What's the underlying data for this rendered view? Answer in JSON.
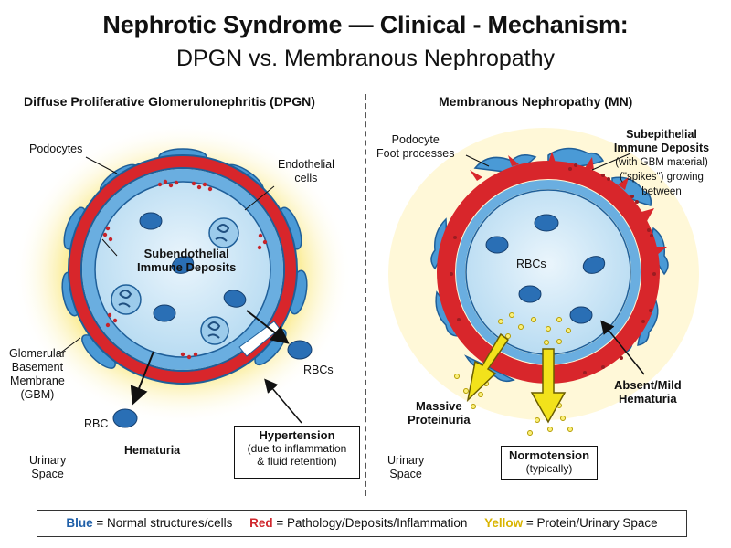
{
  "title": {
    "line1": "Nephrotic Syndrome — Clinical - Mechanism:",
    "line2": "DPGN vs. Membranous Nephropathy"
  },
  "left_panel": {
    "heading": "Diffuse Proliferative Glomerulonephritis (DPGN)",
    "podocytes": "Podocytes",
    "endothelial_1": "Endothelial",
    "endothelial_2": "cells",
    "deposits_1": "Subendothelial",
    "deposits_2": "Immune Deposits",
    "gbm_1": "Glomerular",
    "gbm_2": "Basement",
    "gbm_3": "Membrane",
    "gbm_4": "(GBM)",
    "rbcs": "RBCs",
    "rbc": "RBC",
    "hematuria": "Hematuria",
    "urinary_1": "Urinary",
    "urinary_2": "Space",
    "box_title": "Hypertension",
    "box_line1": "(due to inflammation",
    "box_line2": "& fluid retention)"
  },
  "right_panel": {
    "heading": "Membranous Nephropathy (MN)",
    "podocyte_1": "Podocyte",
    "podocyte_2": "Foot processes",
    "sub_1": "Subepithelial",
    "sub_2": "Immune Deposits",
    "sub_3": "(with GBM material)",
    "sub_4": "(\"spikes\") growing",
    "sub_5": "between",
    "rbcs": "RBCs",
    "proteinuria_1": "Massive",
    "proteinuria_2": "Proteinuria",
    "hematuria_1": "Absent/Mild",
    "hematuria_2": "Hematuria",
    "urinary_1": "Urinary",
    "urinary_2": "Space",
    "box_title": "Normotension",
    "box_line1": "(typically)"
  },
  "legend": {
    "blue_word": "Blue",
    "blue_text": " = Normal structures/cells",
    "red_word": "Red",
    "red_text": " = Pathology/Deposits/Inflammation",
    "yellow_word": "Yellow",
    "yellow_text": " = Protein/Urinary Space"
  },
  "colors": {
    "blue": "#3a8fd0",
    "red": "#d8262b",
    "yellow": "#f2e21b",
    "lumen": "#cfe6f6"
  }
}
